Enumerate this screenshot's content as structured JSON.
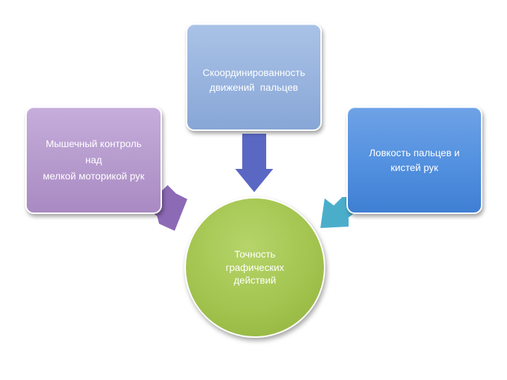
{
  "diagram": {
    "left_box": {
      "lines": [
        "Мышечный контроль",
        "над",
        "мелкой моторикой рук"
      ],
      "color": "#b59acd"
    },
    "top_box": {
      "lines": [
        "Скоординированность",
        "движений  пальцев"
      ],
      "color": "#97b3de"
    },
    "right_box": {
      "lines": [
        "Ловкость пальцев и",
        "кистей рук"
      ],
      "color": "#5290df"
    },
    "center": {
      "lines": [
        "Точность",
        "графических",
        "действий"
      ],
      "color": "#a3c44f"
    },
    "arrows": {
      "left_color": "#8d6ab6",
      "top_color": "#5a68c4",
      "right_color": "#4aaecb"
    }
  }
}
